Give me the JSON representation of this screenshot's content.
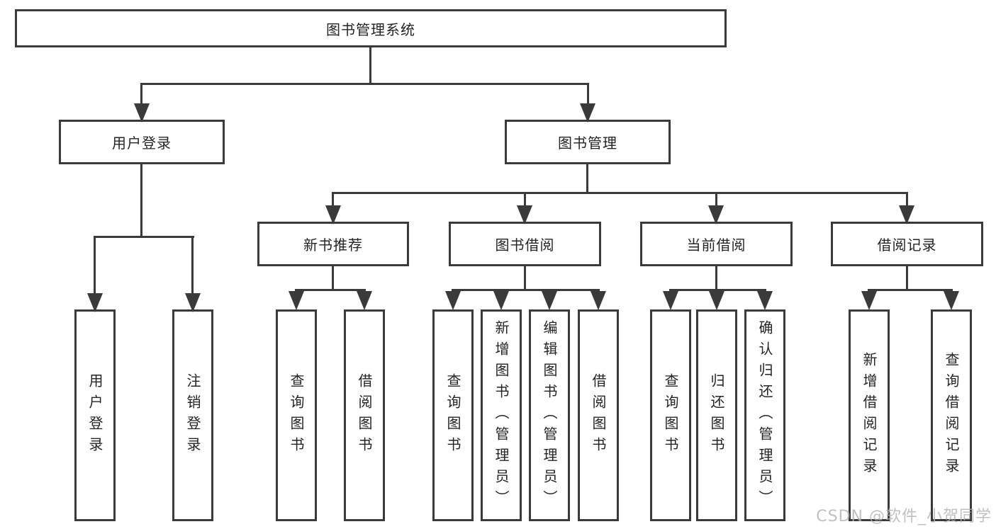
{
  "diagram": {
    "root": {
      "label": "图书管理系统"
    },
    "level2": {
      "user_login": {
        "label": "用户登录"
      },
      "book_management": {
        "label": "图书管理"
      }
    },
    "level3": {
      "new_book_recommend": {
        "label": "新书推荐"
      },
      "book_borrow": {
        "label": "图书借阅"
      },
      "current_borrow": {
        "label": "当前借阅"
      },
      "borrow_record": {
        "label": "借阅记录"
      }
    },
    "leaves": {
      "user_login": [
        "用户登录",
        "注销登录"
      ],
      "new_book_recommend": [
        "查询图书",
        "借阅图书"
      ],
      "book_borrow": [
        "查询图书",
        "新增图书（管理员）",
        "编辑图书（管理员）",
        "借阅图书"
      ],
      "current_borrow": [
        "查询图书",
        "归还图书",
        "确认归还（管理员）"
      ],
      "borrow_record": [
        "新增借阅记录",
        "查询借阅记录"
      ]
    }
  },
  "watermark": {
    "text": "CSDN @软件_小贺同学"
  },
  "colors": {
    "line": "#3a3a3a",
    "text": "#242424",
    "background": "#ffffff",
    "watermark": "#b0b0b0"
  }
}
